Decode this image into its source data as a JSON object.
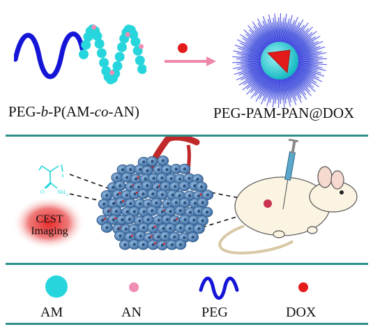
{
  "colors": {
    "peg": "#1515d8",
    "am": "#27d6dc",
    "an": "#ef8db5",
    "dox": "#e41b1b",
    "divider": "#2d8f8a",
    "arrow": "#ee86a8",
    "cell": "#4f83b6",
    "vessel": "#c0282a",
    "cest": "#e63a3a"
  },
  "top": {
    "polymer_label": [
      "PEG-",
      "b",
      "-P(AM-",
      "co",
      "-AN)"
    ],
    "micelle_label": "PEG-PAM-PAN@DOX"
  },
  "middle": {
    "structure_subscript_x": "x",
    "structure_group": "NH",
    "structure_group_sub": "2",
    "cest_line1": "CEST",
    "cest_line2": "Imaging"
  },
  "legend": [
    {
      "label": "AM",
      "icon": "am-bead-icon"
    },
    {
      "label": "AN",
      "icon": "an-bead-icon"
    },
    {
      "label": "PEG",
      "icon": "peg-wave-icon"
    },
    {
      "label": "DOX",
      "icon": "dox-dot-icon"
    }
  ]
}
